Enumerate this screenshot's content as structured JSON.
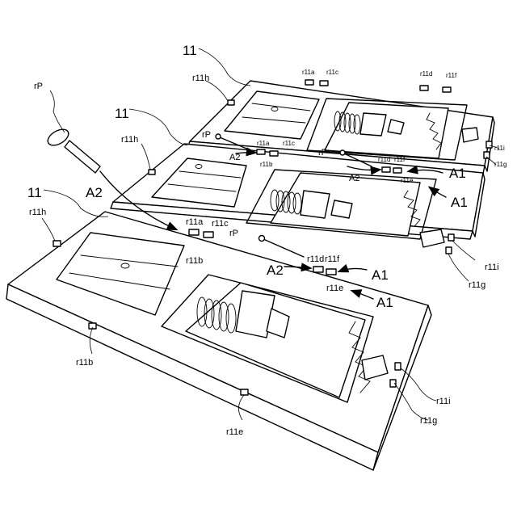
{
  "labels": {
    "panel_ref": "11",
    "rod_ref": "rP",
    "arrow_a1": "A1",
    "arrow_a2": "A2",
    "conn_a": "r11a",
    "conn_b": "r11b",
    "conn_c": "r11c",
    "conn_d": "r11d",
    "conn_e": "r11e",
    "conn_f": "r11f",
    "conn_g": "r11g",
    "conn_h": "r11h",
    "conn_i": "r11i"
  }
}
